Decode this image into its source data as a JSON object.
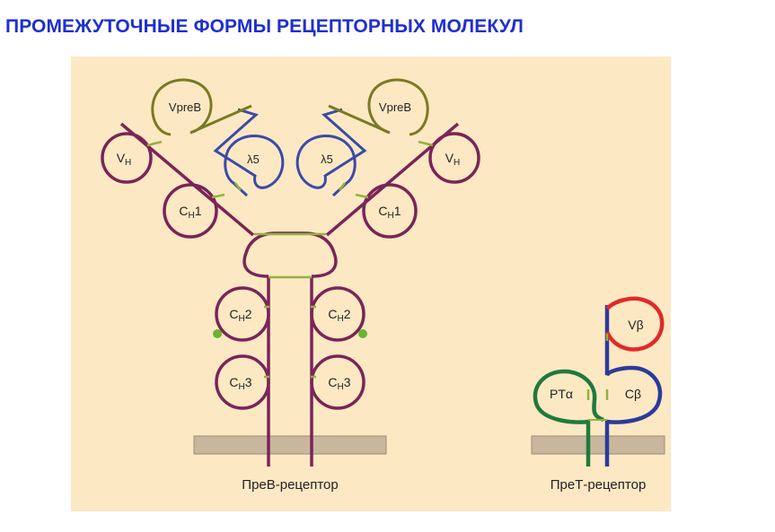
{
  "title": "ПРОМЕЖУТОЧНЫЕ ФОРМЫ РЕЦЕПТОРНЫХ МОЛЕКУЛ",
  "colors": {
    "background": "#fde8c4",
    "heavy_chain": "#7a2458",
    "surrogate_vpreb": "#7a7a22",
    "surrogate_l5": "#3b4aa8",
    "linker": "#93b23a",
    "membrane": "#c9b79d",
    "v_beta": "#e02a2a",
    "c_beta": "#2b3b9a",
    "pt_alpha": "#1f7a3a",
    "glyco_dot": "#6ab32f"
  },
  "preb": {
    "caption": "ПреВ-рецептор",
    "left": {
      "vpreb": "VpreB",
      "l5": "λ5",
      "vh": {
        "main": "V",
        "sub": "H"
      },
      "ch1": {
        "main": "C",
        "sub": "H",
        "suffix": "1"
      },
      "ch2": {
        "main": "C",
        "sub": "H",
        "suffix": "2"
      },
      "ch3": {
        "main": "C",
        "sub": "H",
        "suffix": "3"
      }
    },
    "right": {
      "vpreb": "VpreB",
      "l5": "λ5",
      "vh": {
        "main": "V",
        "sub": "H"
      },
      "ch1": {
        "main": "C",
        "sub": "H",
        "suffix": "1"
      },
      "ch2": {
        "main": "C",
        "sub": "H",
        "suffix": "2"
      },
      "ch3": {
        "main": "C",
        "sub": "H",
        "suffix": "3"
      }
    }
  },
  "pret": {
    "caption": "ПреТ-рецептор",
    "v_beta": "Vβ",
    "c_beta": "Cβ",
    "pt_alpha": "PTα"
  }
}
